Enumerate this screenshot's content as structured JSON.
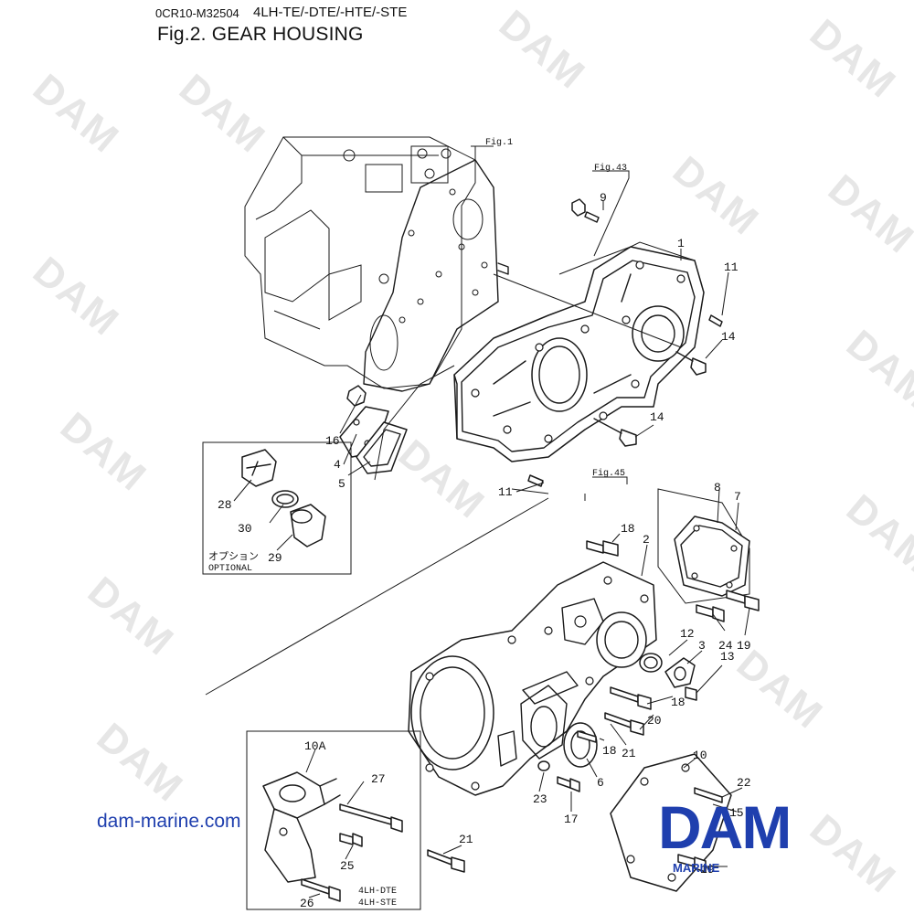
{
  "header": {
    "code": "0CR10-M32504",
    "model": "4LH-TE/-DTE/-HTE/-STE",
    "title": "Fig.2.  GEAR HOUSING"
  },
  "figure_refs": {
    "fig1": "Fig.1",
    "fig43": "Fig.43",
    "fig45": "Fig.45"
  },
  "callouts": {
    "p1": "1",
    "p2": "2",
    "p3": "3",
    "p4": "4",
    "p5": "5",
    "p6": "6",
    "p7": "7",
    "p8": "8",
    "p9": "9",
    "p10": "10",
    "p10a": "10A",
    "p11a": "11",
    "p11b": "11",
    "p12": "12",
    "p13": "13",
    "p14a": "14",
    "p14b": "14",
    "p15": "15",
    "p16": "16",
    "p17": "17",
    "p18a": "18",
    "p18b": "18",
    "p18c": "18",
    "p19a": "19",
    "p19b": "19",
    "p20": "20",
    "p21a": "21",
    "p21b": "21",
    "p22": "22",
    "p23": "23",
    "p24": "24",
    "p25": "25",
    "p26": "26",
    "p27": "27",
    "p28": "28",
    "p29": "29",
    "p30": "30"
  },
  "option_box": {
    "jp": "オプション",
    "en": "OPTIONAL"
  },
  "variant_box": {
    "line1": "4LH-DTE",
    "line2": "4LH-STE"
  },
  "website": "dam-marine.com",
  "logo": {
    "word": "DAM",
    "sub": "MARINE",
    "color": "#1f3fae"
  },
  "watermark": "DAM"
}
